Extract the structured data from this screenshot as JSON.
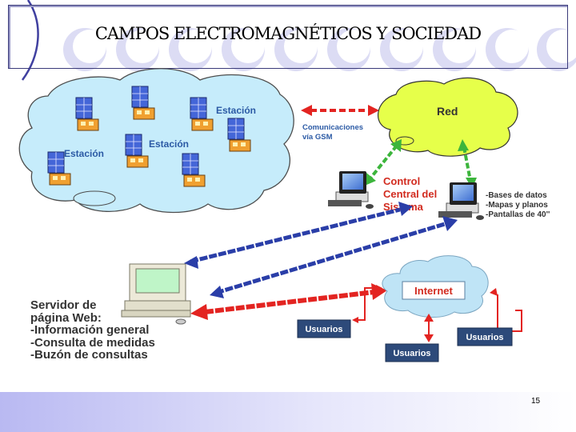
{
  "slide": {
    "title": "CAMPOS ELECTROMAGNÉTICOS Y SOCIEDAD",
    "page_number": "15"
  },
  "diagram": {
    "station_label_1": "Estación",
    "station_label_2": "Estación",
    "station_label_3": "Estación",
    "red_label": "Red",
    "gsm_line_1": "Comunicaciones",
    "gsm_line_2": "vía GSM",
    "control_line_1": "Control",
    "control_line_2": "Central del",
    "control_line_3": "Sistema",
    "data_items": [
      "-Bases de datos",
      "-Mapas y planos",
      "-Pantallas de 40''"
    ],
    "internet_label": "Internet",
    "users_label_left": "Usuarios",
    "users_label_center": "Usuarios",
    "users_label_right": "Usuarios",
    "server_lines": [
      "Servidor de",
      "página Web:",
      "-Información general",
      "-Consulta de medidas",
      "-Buzón de consultas"
    ]
  },
  "colors": {
    "cloud": "#c6ecfb",
    "cloud_stroke": "#4d4d4d",
    "cloud_green": "#e6ff4a",
    "arrow_blue": "#2a3ea8",
    "arrow_red": "#e32421",
    "arrow_green": "#3cb53c",
    "label_blue": "#2b5aa5",
    "label_red": "#d22b1f",
    "users_box": "#2d4a7a"
  }
}
